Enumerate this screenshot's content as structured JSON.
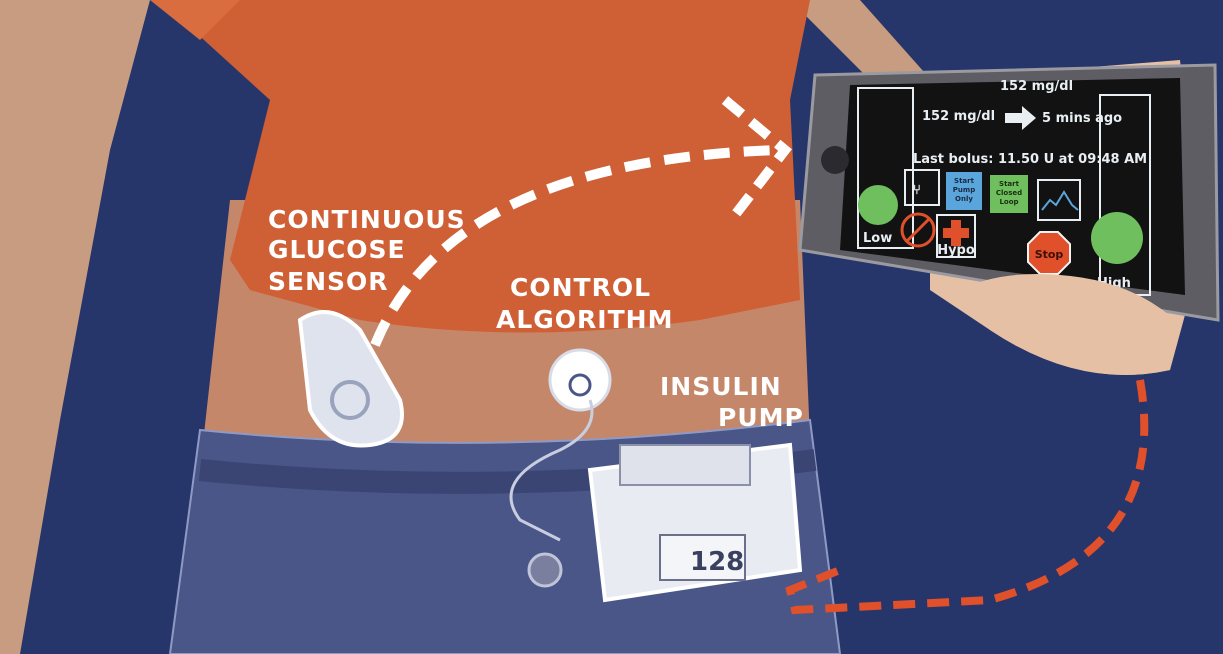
{
  "labels": {
    "sensor": [
      "CONTINUOUS",
      "GLUCOSE",
      "SENSOR"
    ],
    "algorithm": [
      "CONTROL",
      "ALGORITHM"
    ],
    "pump": [
      "INSULIN",
      "PUMP"
    ]
  },
  "phone": {
    "glucose": "152 mg/dl",
    "status_bar": "152 mg/dl",
    "time_ago": "5 mins ago",
    "last_bolus": "Last bolus: 11.50 U at 09:48 AM",
    "start_pump_only": [
      "Start",
      "Pump",
      "Only"
    ],
    "start_closed_loop": [
      "Start",
      "Closed",
      "Loop"
    ],
    "hypo": "Hypo",
    "stop": "Stop",
    "low": "Low",
    "high": "High"
  },
  "pump_display": "128",
  "colors": {
    "background": "#26366a",
    "shirt": "#cf5f35",
    "skin": "#c4876a",
    "jeans": "#4a5688",
    "link_white": "#ffffff",
    "link_orange": "#e0502a",
    "green": "#6fbf5e",
    "blue": "#5aa6dc"
  }
}
